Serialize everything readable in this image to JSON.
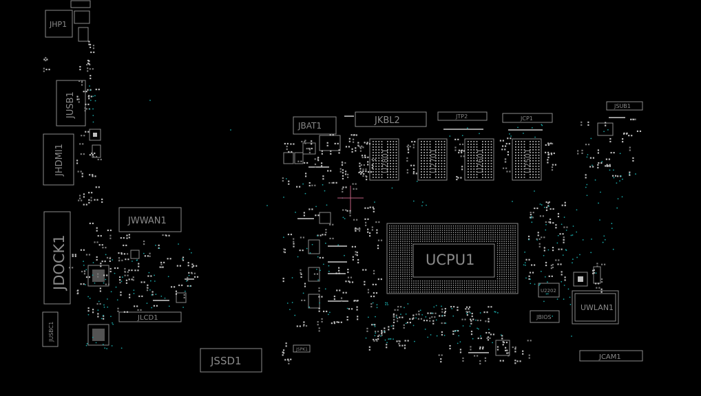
{
  "components": {
    "jhp1": "JHP1",
    "jusb1": "JUSB1",
    "jhdmi1": "JHDMI1",
    "jdock1": "JDOCK1",
    "jusbc1": "JUSBC1",
    "jwwan1": "JWWAN1",
    "jlcd1": "JLCD1",
    "jssd1": "JSSD1",
    "jbat1": "JBAT1",
    "jkbl2": "JKBL2",
    "jtp2": "JTP2",
    "jcp1": "JCP1",
    "jsub1": "JSUB1",
    "ucpu1": "UCPU1",
    "u2202": "U2202",
    "jbios": "JBIOS",
    "uwlan1": "UWLAN1",
    "jcam1": "JCAM1",
    "spk1": "JSPK1",
    "u2801": "U2801",
    "u2701": "U2701",
    "u2601": "U2601",
    "u2501": "U2501"
  },
  "colors": {
    "background": "#000000",
    "outline": "#8c8c8c",
    "pad": "#bdbdbd",
    "via": "#19a5a5",
    "cursor": "#c06080"
  }
}
